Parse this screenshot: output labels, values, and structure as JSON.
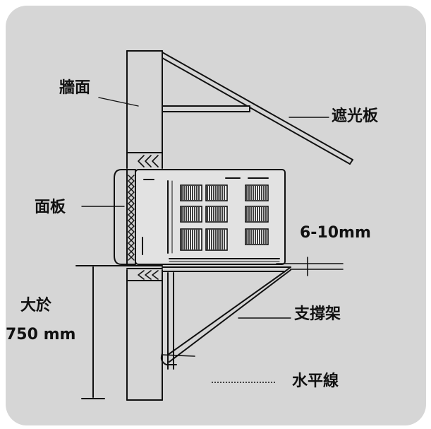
{
  "labels": {
    "wall": "牆面",
    "sunshade": "遮光板",
    "panel": "面板",
    "gap": "6-10mm",
    "height_prefix": "大於",
    "height_value": "750 mm",
    "bracket": "支撐架",
    "horizontal_line": "水平線"
  },
  "colors": {
    "card_background": "#d6d6d6",
    "line": "#111111",
    "unit_fill": "#e2e2e2"
  }
}
